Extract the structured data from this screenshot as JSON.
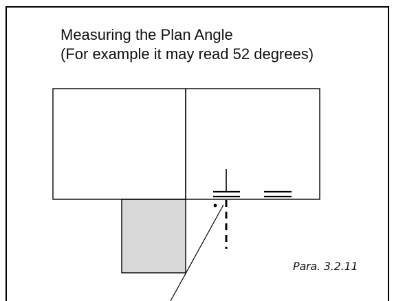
{
  "title": {
    "line1": "Measuring the Plan Angle",
    "line2": "(For example it may read 52 degrees)"
  },
  "caption": "Para. 3.2.11",
  "colors": {
    "ink": "#000000",
    "shaded_panel": "#d9d9d9",
    "background": "#ffffff"
  }
}
